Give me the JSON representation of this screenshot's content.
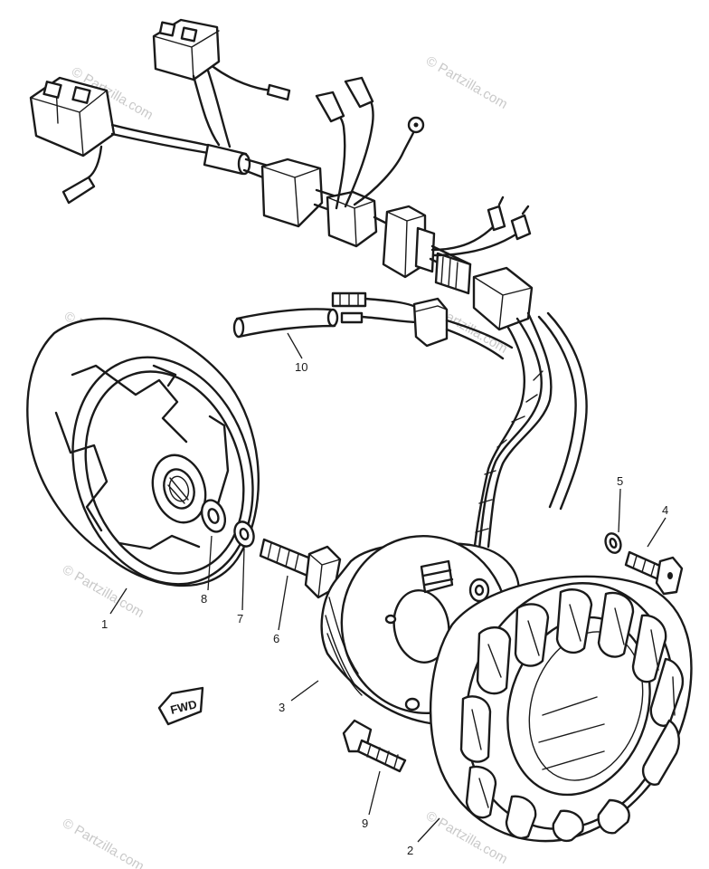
{
  "watermark": "© Partzilla.com",
  "badge": {
    "text": "FWD"
  },
  "callouts": [
    {
      "id": "1",
      "label": "1"
    },
    {
      "id": "2",
      "label": "2"
    },
    {
      "id": "3",
      "label": "3"
    },
    {
      "id": "4",
      "label": "4"
    },
    {
      "id": "5",
      "label": "5"
    },
    {
      "id": "6",
      "label": "6"
    },
    {
      "id": "7",
      "label": "7"
    },
    {
      "id": "8",
      "label": "8"
    },
    {
      "id": "9",
      "label": "9"
    },
    {
      "id": "10",
      "label": "10"
    }
  ]
}
